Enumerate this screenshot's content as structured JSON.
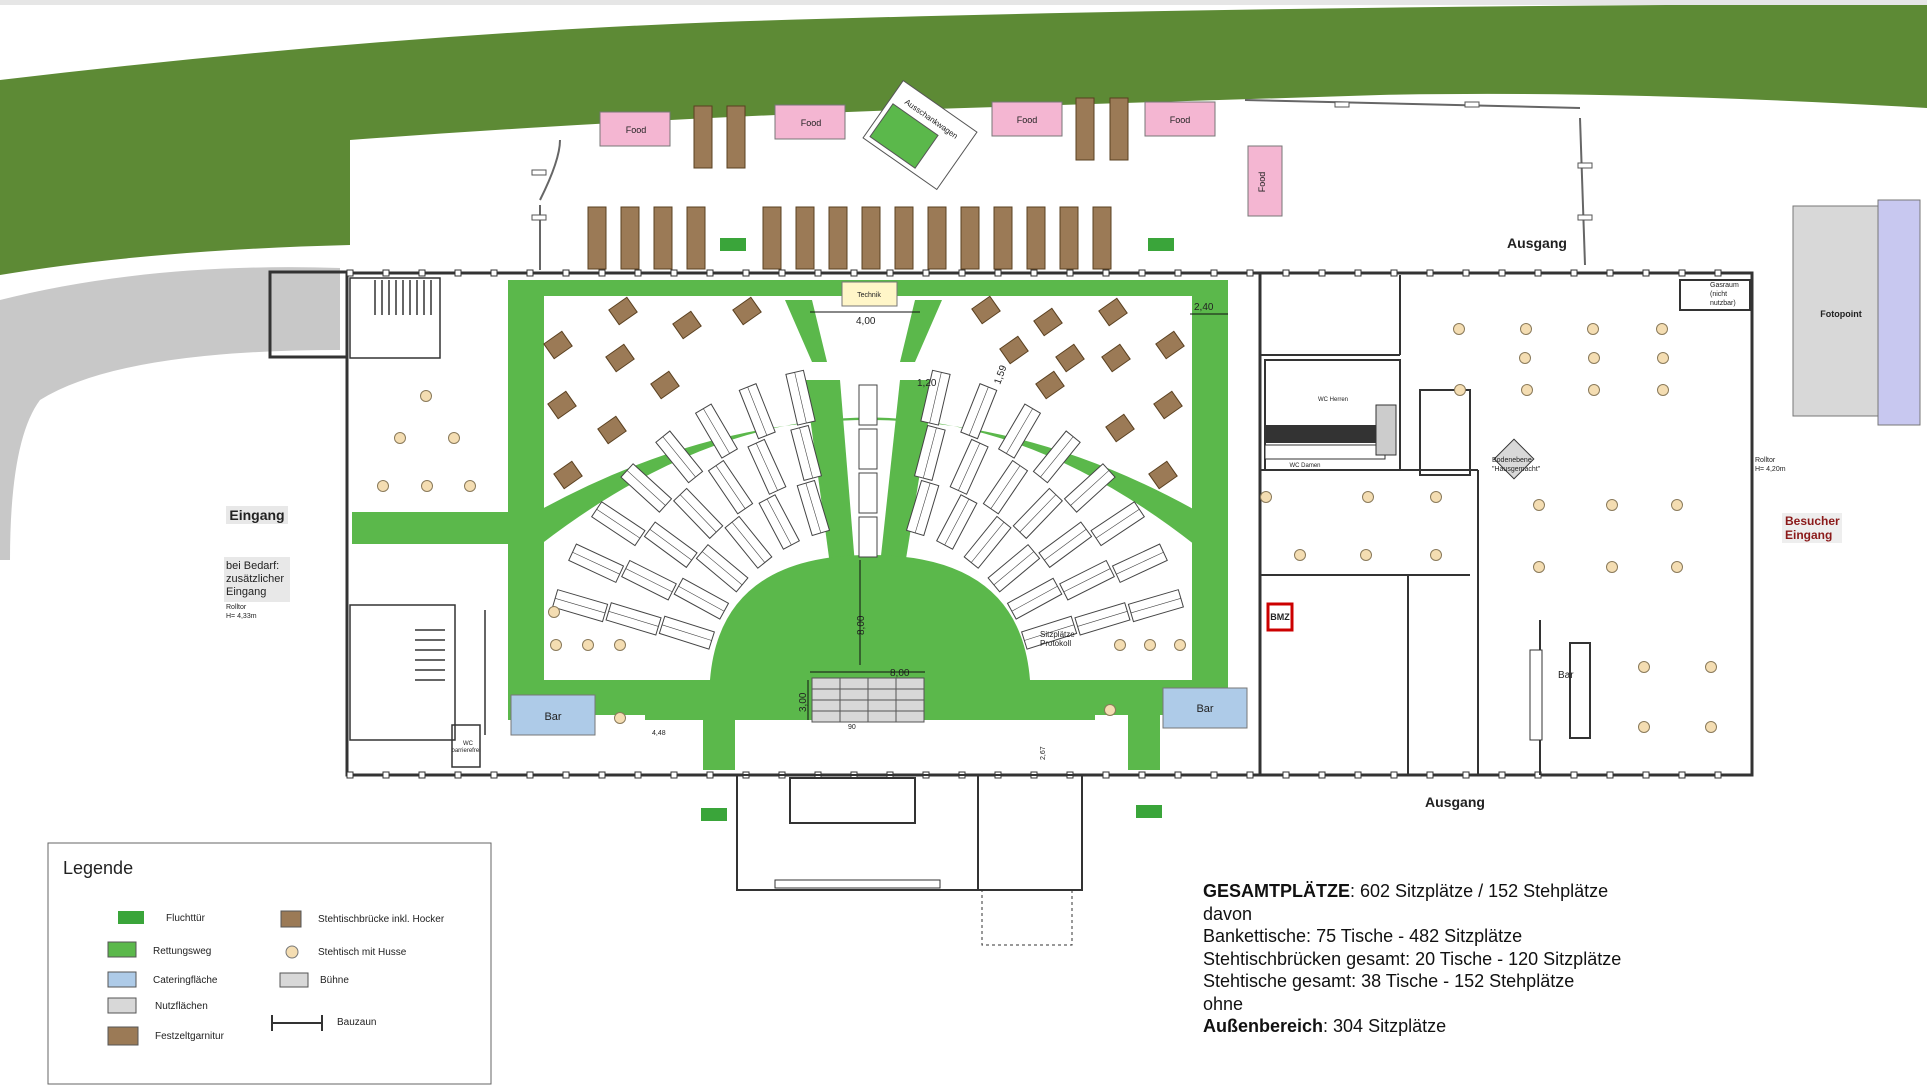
{
  "colors": {
    "grass": "#5d8a35",
    "escape_route": "#5bb84b",
    "catering": "#aecbe8",
    "stage": "#d8d8d8",
    "food": "#f4b6d2",
    "furniture": "#9b7a56",
    "table_dot": "#f4ddb2",
    "wall": "#333333"
  },
  "labels": {
    "food": "Food",
    "ausschank": "Ausschankwagen",
    "technik": "Technik",
    "ausgang": "Ausgang",
    "eingang": "Eingang",
    "bedarf_line1": "bei Bedarf:",
    "bedarf_line2": "zusätzlicher",
    "bedarf_line3": "Eingang",
    "rolltor_left_1": "Rolltor",
    "rolltor_left_2": "H= 4,33m",
    "rolltor_right_1": "Rolltor",
    "rolltor_right_2": "H= 4,20m",
    "besucher_1": "Besucher",
    "besucher_2": "Eingang",
    "fotopoint": "Fotopoint",
    "gasraum_1": "Gasraum",
    "gasraum_2": "(nicht",
    "gasraum_3": "nutzbar)",
    "wc_herren": "WC Herren",
    "wc_damen": "WC Damen",
    "wc_barrierefrei_1": "WC",
    "wc_barrierefrei_2": "barrierefrei",
    "bodenebene_1": "Bodenebene",
    "bodenebene_2": "\"Hausgemacht\"",
    "bmz": "BMZ",
    "bar": "Bar",
    "sitzplaetze_1": "Sitzplätze",
    "sitzplaetze_2": "Protokoll"
  },
  "dimensions": {
    "d400": "4,00",
    "d240": "2,40",
    "d120": "1,20",
    "d159": "1,59",
    "d800v": "8,00",
    "d800h": "8,00",
    "d300": "3,00",
    "d448": "4,48",
    "d90": "90",
    "d267": "2,67"
  },
  "legend": {
    "title": "Legende",
    "items": [
      {
        "label": "Fluchttür",
        "icon": "exit-sign-icon"
      },
      {
        "label": "Rettungsweg",
        "icon": "green-swatch"
      },
      {
        "label": "Cateringfläche",
        "icon": "blue-swatch"
      },
      {
        "label": "Nutzflächen",
        "icon": "grey-swatch"
      },
      {
        "label": "Festzeltgarnitur",
        "icon": "brown-swatch"
      },
      {
        "label": "Stehtischbrücke inkl. Hocker",
        "icon": "stehtischbruecke-icon"
      },
      {
        "label": "Stehtisch mit Husse",
        "icon": "round-table-icon"
      },
      {
        "label": "Bühne",
        "icon": "stage-swatch"
      },
      {
        "label": "Bauzaun",
        "icon": "fence-icon"
      }
    ]
  },
  "summary": {
    "l1_bold": "GESAMTPLÄTZE",
    "l1_rest": ":  602 Sitzplätze / 152 Stehplätze",
    "l2": "davon",
    "l3": "Bankettische: 75 Tische - 482 Sitzplätze",
    "l4": "Stehtischbrücken gesamt:  20 Tische -  120 Sitzplätze",
    "l5": "Stehtische gesamt:  38 Tische -  152 Stehplätze",
    "l6": "ohne",
    "l7_bold": "Außenbereich",
    "l7_rest": ": 304 Sitzplätze"
  }
}
